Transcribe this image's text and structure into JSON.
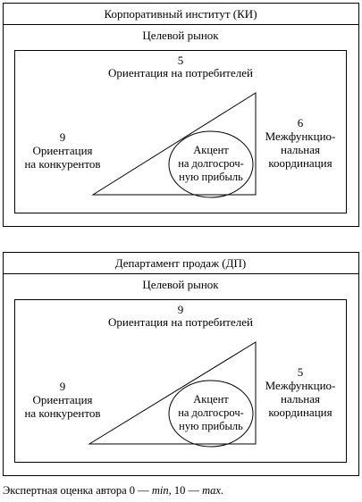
{
  "diagrams": [
    {
      "header": "Корпоративный институт (КИ)",
      "subheader": "Целевой рынок",
      "top_score": "5",
      "top_label": "Ориентация на потребителей",
      "left_score": "9",
      "left_label_lines": [
        "Ориентация",
        "на конкурентов"
      ],
      "right_score": "6",
      "right_label_lines": [
        "Межфункцио-",
        "нальная",
        "координация"
      ],
      "center_label_lines": [
        "Акцент",
        "на долгосроч-",
        "ную прибыль"
      ]
    },
    {
      "header": "Департамент продаж (ДП)",
      "subheader": "Целевой рынок",
      "top_score": "9",
      "top_label": "Ориентация на потребителей",
      "left_score": "9",
      "left_label_lines": [
        "Ориентация",
        "на конкурентов"
      ],
      "right_score": "5",
      "right_label_lines": [
        "Межфункцио-",
        "нальная",
        "координация"
      ],
      "center_label_lines": [
        "Акцент",
        "на долгосроч-",
        "ную прибыль"
      ]
    }
  ],
  "footnote": {
    "prefix": "Экспертная оценка автора 0 — ",
    "min": "min",
    "middle": ", 10 — ",
    "max": "max",
    "suffix": "."
  }
}
